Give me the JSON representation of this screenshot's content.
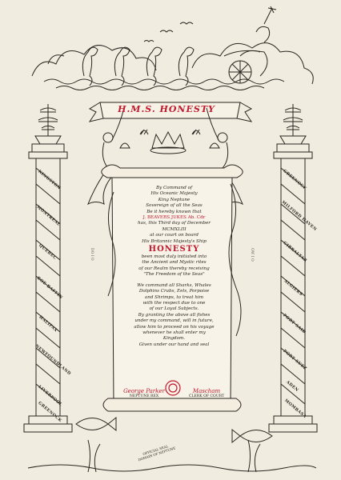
{
  "banner": {
    "title": "H.M.S. HONESTY"
  },
  "certificate": {
    "lines": [
      "By Command of",
      "His Oceanic Majesty",
      "King Neptune",
      "Sovereign of all the Seas",
      "Be it hereby known that"
    ],
    "recipient": "J. BEAVERS JUKES",
    "recipient_rank": "Ab. Cdr",
    "date_line": "has, this Third day of December",
    "year_line": "MCMXLIII",
    "court_lines": [
      "at our court on board",
      "His Britannic Majesty's Ship"
    ],
    "ship": "HONESTY",
    "initiated_lines": [
      "been most duly initiated into",
      "the Ancient and Mystic rites",
      "of our Realm thereby receiving",
      "\"The Freedom of the Seas\""
    ],
    "command_lines": [
      "We command all Sharks, Whales",
      "Dolphins Crabs, Eels, Porpoise",
      "and Shrimps, to treat him",
      "with the respect due to one",
      "of our Loyal Subjects.",
      "By granting the above all fishes",
      "under my command, will in future,",
      "allow him to proceed on his voyage",
      "whenever he shall enter my",
      "Kingdom."
    ],
    "closing": "Given under our hand and seal",
    "sign_left": {
      "signature": "George Parker",
      "title": "NEPTUNE REX"
    },
    "sign_right": {
      "signature": "Mascham",
      "title": "CLERK OF COURT"
    }
  },
  "left_column": [
    "KINGSTON",
    "MONTREAL",
    "QUEBEC",
    "ROE BAFFIN",
    "HALIFAX",
    "NEWFOUNDLAND",
    "LIVERPOOL",
    "GREENOCK"
  ],
  "right_column": [
    "GREENOCK",
    "MILFORD HAVEN",
    "GIBRALTAR",
    "ALGIERS",
    "PORT SAID",
    "PORT SUEZ",
    "ADEN",
    "MOMBASA"
  ],
  "left_dots": "DO I O",
  "right_dots": "OW I O",
  "stamp_text": "OFFICIAL SEAL DOMAIN OF NEPTUNE",
  "colors": {
    "ink": "#2a2620",
    "red": "#c0182c",
    "paper": "#f1ece0"
  }
}
